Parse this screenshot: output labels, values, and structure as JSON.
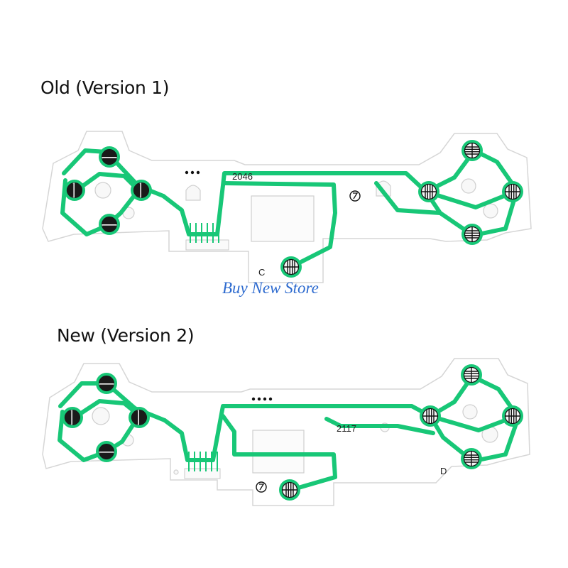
{
  "captions": {
    "old": "Old (Version 1)",
    "new": "New (Version 2)"
  },
  "watermark": "Buy New Store",
  "boards": {
    "old": {
      "code": "2046",
      "letter": "C"
    },
    "new": {
      "code": "2117",
      "letter": "D"
    }
  },
  "colors": {
    "trace": "#18c777",
    "board": "#ffffff",
    "outline": "#d9d9d9",
    "contact": "#1a1a1a",
    "watermark": "#2e6bcf"
  }
}
